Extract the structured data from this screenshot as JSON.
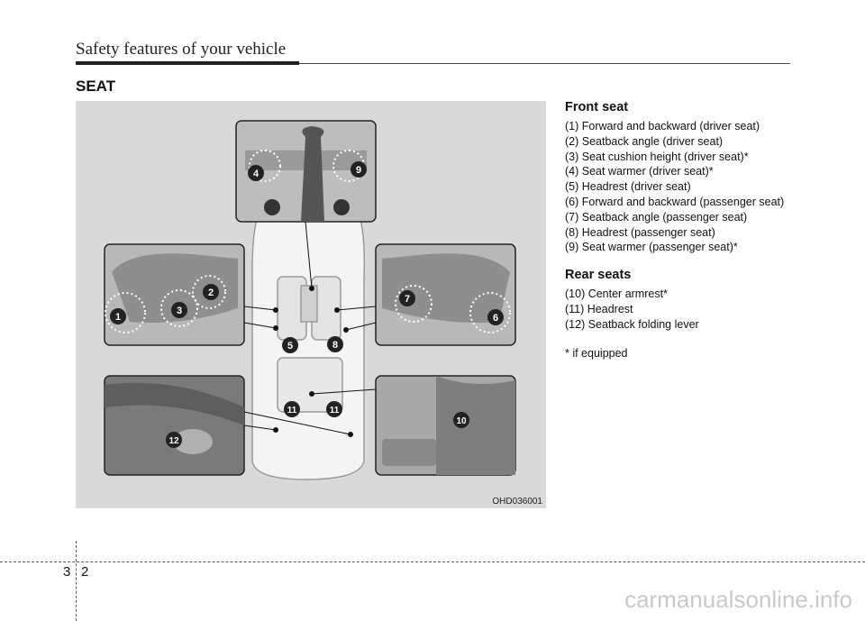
{
  "header": {
    "title": "Safety features of your vehicle"
  },
  "section": {
    "title": "SEAT"
  },
  "figure": {
    "code": "OHD036001",
    "callouts": [
      "1",
      "2",
      "3",
      "4",
      "5",
      "6",
      "7",
      "8",
      "9",
      "10",
      "11",
      "11",
      "12"
    ]
  },
  "front": {
    "heading": "Front seat",
    "items": [
      "(1) Forward and backward (driver seat)",
      "(2) Seatback angle (driver seat)",
      "(3) Seat cushion height (driver seat)*",
      "(4) Seat warmer (driver seat)*",
      "(5) Headrest (driver seat)",
      "(6) Forward and backward (passenger seat)",
      "(7) Seatback angle (passenger seat)",
      "(8) Headrest (passenger seat)",
      "(9) Seat warmer (passenger seat)*"
    ]
  },
  "rear": {
    "heading": "Rear seats",
    "items": [
      "(10) Center armrest*",
      "(11) Headrest",
      "(12) Seatback folding lever"
    ]
  },
  "note": "* if equipped",
  "footer": {
    "chapter": "3",
    "page": "2",
    "watermark": "carmanualsonline.info"
  },
  "colors": {
    "panel": "#d9d9d9",
    "inset_border": "#222222",
    "badge": "#222222",
    "badge_text": "#ffffff"
  }
}
